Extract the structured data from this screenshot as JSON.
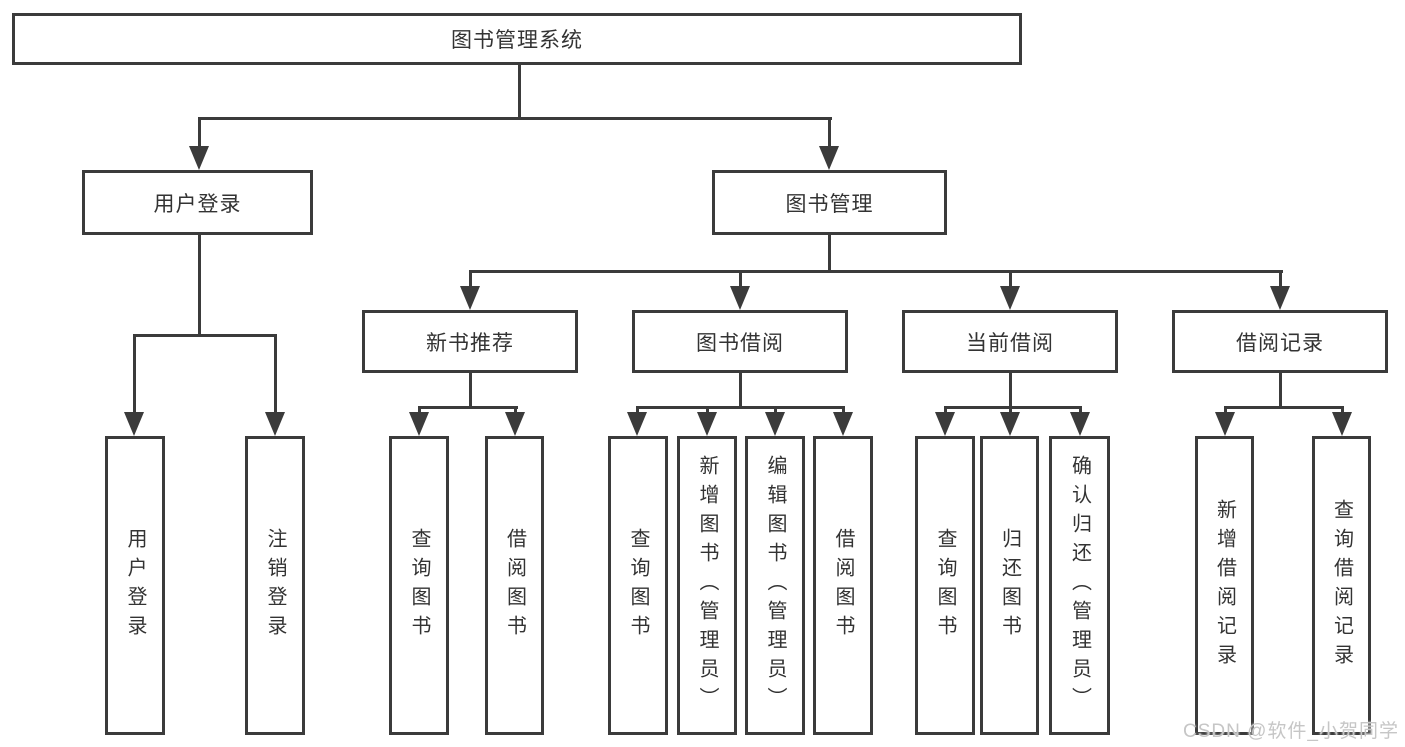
{
  "diagram_type": "hierarchy",
  "watermark": "CSDN @软件_小贺同学",
  "colors": {
    "line": "#3b3b3b",
    "text": "#333333",
    "box_bg": "#ffffff",
    "background": "#ffffff",
    "watermark": "#c6c6c6"
  },
  "nodes": {
    "root": {
      "id": "library-system",
      "label": "图书管理系统"
    },
    "level2": [
      {
        "id": "user-login",
        "label": "用户登录",
        "parent": "library-system"
      },
      {
        "id": "book-management",
        "label": "图书管理",
        "parent": "library-system"
      }
    ],
    "level3": [
      {
        "id": "new-book-recommend",
        "label": "新书推荐",
        "parent": "book-management"
      },
      {
        "id": "book-borrowing",
        "label": "图书借阅",
        "parent": "book-management"
      },
      {
        "id": "current-borrowing",
        "label": "当前借阅",
        "parent": "book-management"
      },
      {
        "id": "borrowing-records",
        "label": "借阅记录",
        "parent": "book-management"
      }
    ],
    "leaves": [
      {
        "id": "user-login-action",
        "label": "用户登录",
        "parent": "user-login"
      },
      {
        "id": "logout-action",
        "label": "注销登录",
        "parent": "user-login"
      },
      {
        "id": "query-books-recommend",
        "label": "查询图书",
        "parent": "new-book-recommend"
      },
      {
        "id": "borrow-books-recommend",
        "label": "借阅图书",
        "parent": "new-book-recommend"
      },
      {
        "id": "query-books-borrowing",
        "label": "查询图书",
        "parent": "book-borrowing"
      },
      {
        "id": "add-books-admin",
        "label": "新增图书（管理员）",
        "parent": "book-borrowing"
      },
      {
        "id": "edit-books-admin",
        "label": "编辑图书（管理员）",
        "parent": "book-borrowing"
      },
      {
        "id": "borrow-books-borrowing",
        "label": "借阅图书",
        "parent": "book-borrowing"
      },
      {
        "id": "query-books-current",
        "label": "查询图书",
        "parent": "current-borrowing"
      },
      {
        "id": "return-books",
        "label": "归还图书",
        "parent": "current-borrowing"
      },
      {
        "id": "confirm-return-admin",
        "label": "确认归还（管理员）",
        "parent": "current-borrowing"
      },
      {
        "id": "add-borrow-record",
        "label": "新增借阅记录",
        "parent": "borrowing-records"
      },
      {
        "id": "query-borrow-record",
        "label": "查询借阅记录",
        "parent": "borrowing-records"
      }
    ]
  }
}
